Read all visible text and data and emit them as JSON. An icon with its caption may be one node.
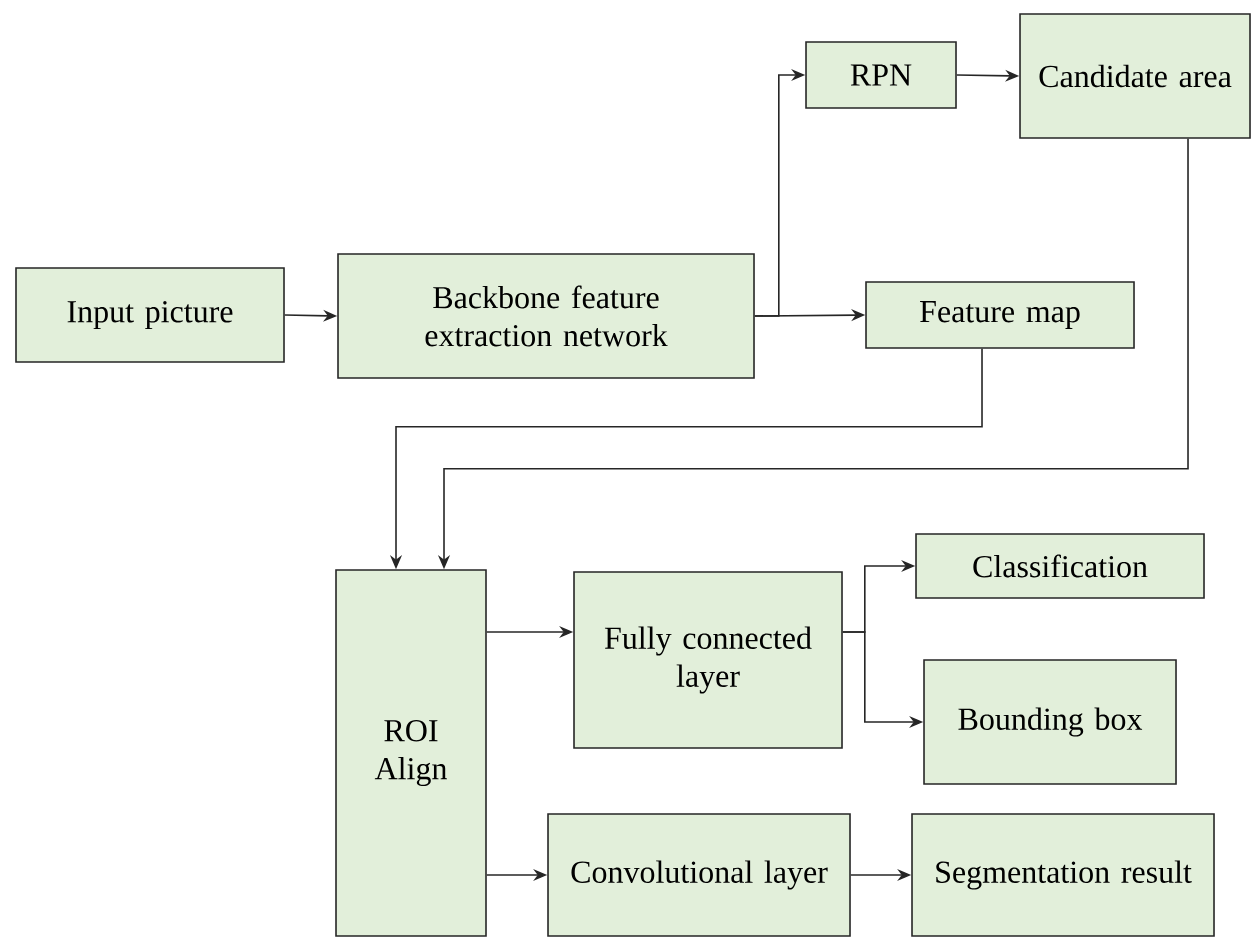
{
  "diagram": {
    "nodes": [
      {
        "text": [
          "Input picture"
        ]
      },
      {
        "text": [
          "Backbone feature extraction network"
        ]
      },
      {
        "text": [
          "RPN"
        ]
      },
      {
        "text": [
          "Candidate area"
        ]
      },
      {
        "text": [
          "Feature map"
        ]
      },
      {
        "text": [
          "ROI Align"
        ]
      },
      {
        "text": [
          "Fully connected layer"
        ]
      },
      {
        "text": [
          "Classification"
        ]
      },
      {
        "text": [
          "Bounding box"
        ]
      },
      {
        "text": [
          "Convolutional layer"
        ]
      },
      {
        "text": [
          "Segmentation result"
        ]
      }
    ],
    "edges": [
      {
        "from": 0,
        "to": 1,
        "arrow": "to"
      },
      {
        "from": 1,
        "to": 2,
        "arrow": "to"
      },
      {
        "from": 1,
        "to": 4,
        "arrow": "to"
      },
      {
        "from": 2,
        "to": 3,
        "arrow": "to"
      },
      {
        "from": 4,
        "to": 5,
        "arrow": "to"
      },
      {
        "from": 3,
        "to": 5,
        "arrow": "to"
      },
      {
        "from": 5,
        "to": 6,
        "arrow": "to"
      },
      {
        "from": 6,
        "to": 7,
        "arrow": "to"
      },
      {
        "from": 6,
        "to": 8,
        "arrow": "to"
      },
      {
        "from": 5,
        "to": 9,
        "arrow": "to"
      },
      {
        "from": 9,
        "to": 10,
        "arrow": "to"
      }
    ]
  }
}
